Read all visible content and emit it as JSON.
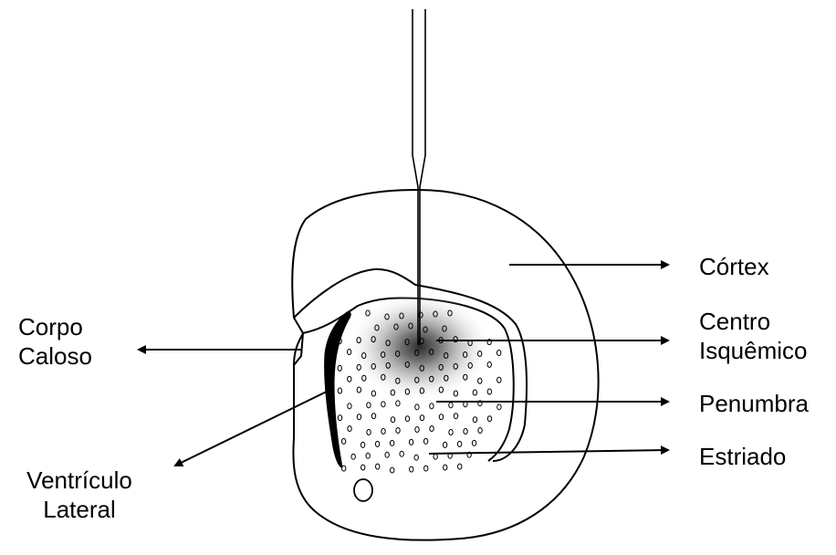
{
  "labels": {
    "cortex": "Córtex",
    "corpo_caloso": [
      "Corpo",
      "Caloso"
    ],
    "centro_isquemico": [
      "Centro",
      "Isquêmico"
    ],
    "penumbra": "Penumbra",
    "ventriculo_lateral": [
      "Ventrículo",
      "Lateral"
    ],
    "estriado": "Estriado"
  },
  "colors": {
    "line": "#000000",
    "background": "#ffffff",
    "ischemic_core": "#333333"
  }
}
